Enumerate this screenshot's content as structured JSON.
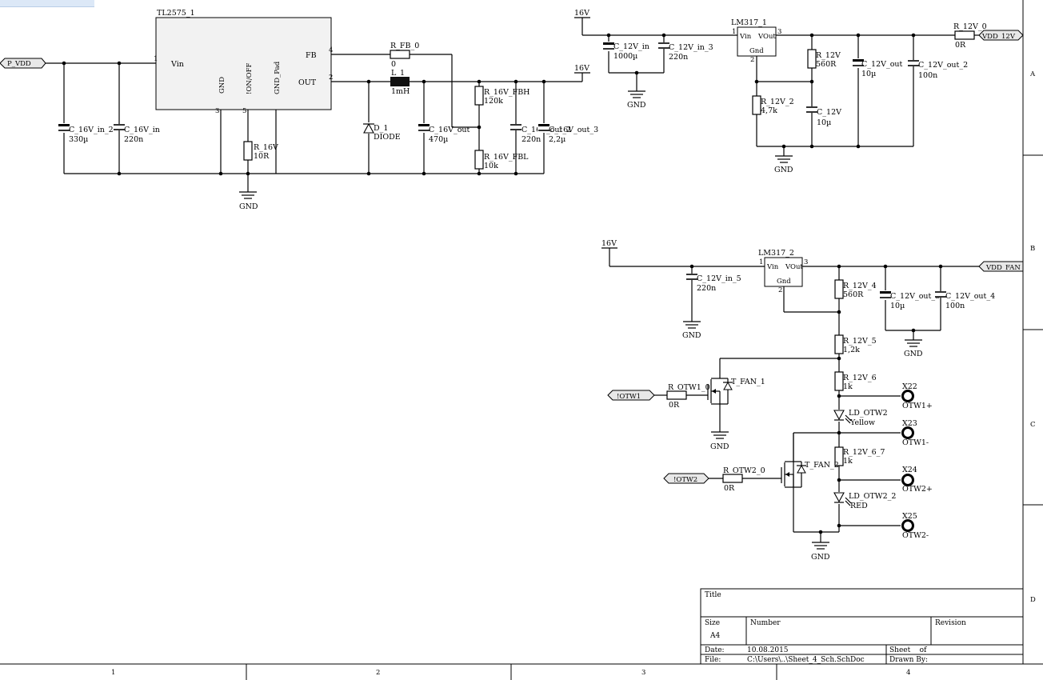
{
  "components": {
    "tl2575": {
      "name": "TL2575_1",
      "pin_vin": "Vin",
      "pin_fb": "FB",
      "pin_out": "OUT",
      "pin_gnd": "GND",
      "pin_onoff": "!ON/OFF",
      "pin_gndpad": "GND_Pad",
      "num_1": "1",
      "num_4": "4",
      "num_2": "2",
      "num_3": "3",
      "num_5": "5"
    },
    "p_vdd": "P_VDD",
    "c16in2": {
      "name": "C_16V_in_2",
      "value": "330µ"
    },
    "c16in": {
      "name": "C_16V_in",
      "value": "220n"
    },
    "r16v": {
      "name": "R_16V",
      "value": "10R"
    },
    "gnd1": "GND",
    "rfb0": {
      "name": "R_FB_0",
      "value": "0"
    },
    "l1": {
      "name": "L_1",
      "value": "1mH"
    },
    "d1": {
      "name": "D_1",
      "value": "DIODE"
    },
    "c16out": {
      "name": "C_16V_out",
      "value": "470µ"
    },
    "r16fbh": {
      "name": "R_16V_FBH",
      "value": "120k"
    },
    "r16fbl": {
      "name": "R_16V_FBL",
      "value": "10k"
    },
    "c16b": {
      "name": "C_16V_out_2",
      "value": "220n"
    },
    "c16out3": {
      "name": "C_16V_out_3",
      "value": "2,2µ"
    },
    "v16_top": "16V",
    "v16_a": "16V",
    "c12in": {
      "name": "C_12V_in",
      "value": "1000µ"
    },
    "c12in3": {
      "name": "C_12V_in_3",
      "value": "220n"
    },
    "gnd2": "GND",
    "lm317_1": {
      "name": "LM317_1",
      "pin_vin": "Vin",
      "pin_vout": "VOut",
      "pin_gnd": "Gnd",
      "n1": "1",
      "n2": "2",
      "n3": "3"
    },
    "r12v": {
      "name": "R_12V",
      "value": "560R"
    },
    "r12v2": {
      "name": "R_12V_2",
      "value": "4,7k"
    },
    "c12v": {
      "name": "C_12V",
      "value": "10µ"
    },
    "gnd3": "GND",
    "c12out": {
      "name": "C_12V_out",
      "value": "10µ"
    },
    "c12out2": {
      "name": "C_12V_out_2",
      "value": "100n"
    },
    "r12v0": {
      "name": "R_12V_0",
      "value": "0R"
    },
    "vdd12": "VDD_12V",
    "v16_b": "16V",
    "c12in5": {
      "name": "C_12V_in_5",
      "value": "220n"
    },
    "gnd4": "GND",
    "lm317_2": {
      "name": "LM317_2",
      "pin_vin": "Vin",
      "pin_vout": "VOut",
      "pin_gnd": "Gnd",
      "n1": "1",
      "n2": "2",
      "n3": "3"
    },
    "r12v4": {
      "name": "R_12V_4",
      "value": "560R"
    },
    "c12out3": {
      "name": "C_12V_out_3",
      "value": "10µ"
    },
    "c12out4": {
      "name": "C_12V_out_4",
      "value": "100n"
    },
    "gnd5": "GND",
    "vddfan": "VDD_FAN",
    "r12v5": {
      "name": "R_12V_5",
      "value": "1,2k"
    },
    "r12v6": {
      "name": "R_12V_6",
      "value": "1k"
    },
    "x22": {
      "name": "X22",
      "label": "OTW1+"
    },
    "tfan1": "T_FAN_1",
    "rotw1": {
      "name": "R_OTW1_0",
      "value": "0R"
    },
    "otw1": "!OTW1",
    "gnd6": "GND",
    "ldotw2": {
      "name": "LD_OTW2",
      "value": "Yellow"
    },
    "x23": {
      "name": "X23",
      "label": "OTW1-"
    },
    "r12v67": {
      "name": "R_12V_6_7",
      "value": "1k"
    },
    "x24": {
      "name": "X24",
      "label": "OTW2+"
    },
    "tfan2": "T_FAN_2",
    "rotw2": {
      "name": "R_OTW2_0",
      "value": "0R"
    },
    "otw2": "!OTW2",
    "ldotw22": {
      "name": "LD_OTW2_2",
      "value": "RED"
    },
    "x25": {
      "name": "X25",
      "label": "OTW2-"
    },
    "gnd7": "GND"
  },
  "title_block": {
    "title_label": "Title",
    "size_label": "Size",
    "size_value": "A4",
    "number_label": "Number",
    "revision_label": "Revision",
    "date_label": "Date:",
    "date_value": "10.08.2015",
    "sheet_label": "Sheet    of",
    "file_label": "File:",
    "file_value": "C:\\Users\\..\\Sheet_4_Sch.SchDoc",
    "drawn_label": "Drawn By:"
  },
  "border": {
    "zones_right": [
      "A",
      "B",
      "C",
      "D"
    ],
    "zones_bottom": [
      "1",
      "2",
      "3",
      "4"
    ]
  }
}
